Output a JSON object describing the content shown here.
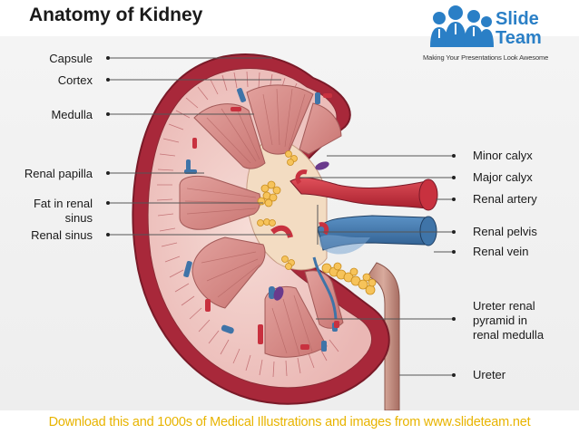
{
  "title": "Anatomy of Kidney",
  "logo": {
    "word1": "Slide",
    "word2": "Team",
    "tagline": "Making Your Presentations Look Awesome"
  },
  "labels": {
    "capsule": "Capsule",
    "cortex": "Cortex",
    "medulla": "Medulla",
    "renal_papilla": "Renal papilla",
    "fat_in_renal_sinus_1": "Fat in renal",
    "fat_in_renal_sinus_2": "sinus",
    "renal_sinus": "Renal sinus",
    "minor_calyx": "Minor calyx",
    "major_calyx": "Major calyx",
    "renal_artery": "Renal artery",
    "renal_pelvis": "Renal pelvis",
    "renal_vein": "Renal vein",
    "ureter_renal_1": "Ureter renal",
    "ureter_renal_2": "pyramid in",
    "ureter_renal_3": "renal medulla",
    "ureter": "Ureter"
  },
  "footer": "Download this and 1000s of Medical Illustrations and images from www.slideteam.net",
  "colors": {
    "capsule": "#a8283a",
    "cortex": "#f2c9c6",
    "pyramid": "#d98f8d",
    "artery": "#c8313f",
    "vein": "#3f74a8",
    "fat": "#f6c35a",
    "footer_text": "#e8b400",
    "logo_blue": "#2a7fc6"
  }
}
